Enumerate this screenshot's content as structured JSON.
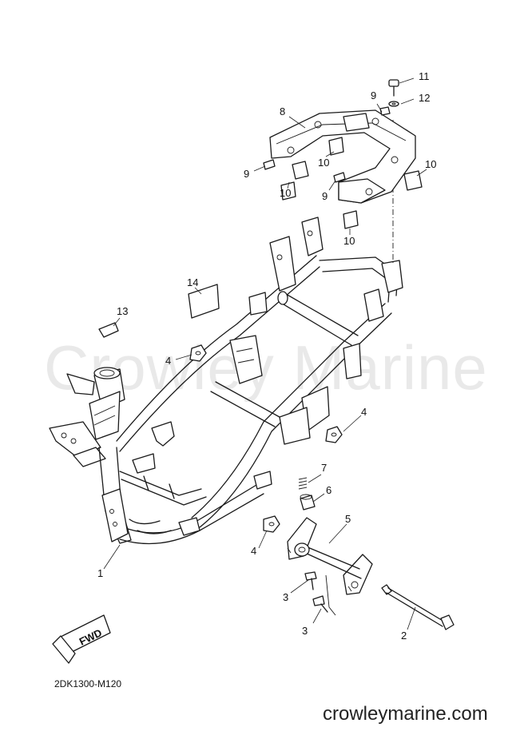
{
  "watermark": "Crowley Marine",
  "diagram_code": "2DK1300-M120",
  "site": "crowleymarine.com",
  "fwd_label": "FWD",
  "callouts": {
    "c1": "1",
    "c2": "2",
    "c3a": "3",
    "c3b": "3",
    "c4a": "4",
    "c4b": "4",
    "c4c": "4",
    "c5": "5",
    "c6": "6",
    "c7": "7",
    "c8": "8",
    "c9a": "9",
    "c9b": "9",
    "c9c": "9",
    "c10a": "10",
    "c10b": "10",
    "c10c": "10",
    "c10d": "10",
    "c11": "11",
    "c12": "12",
    "c13": "13",
    "c14": "14"
  }
}
